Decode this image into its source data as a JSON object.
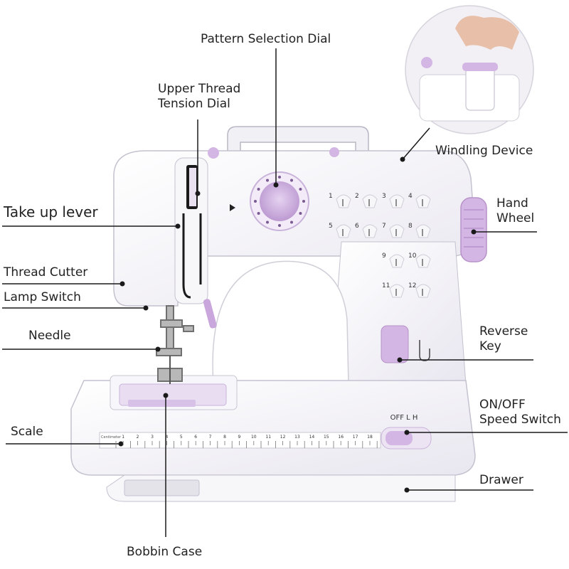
{
  "labels": {
    "pattern_selection_dial": "Pattern Selection Dial",
    "upper_thread_tension_dial": "Upper Thread\nTension Dial",
    "take_up_lever": "Take up lever",
    "thread_cutter": "Thread Cutter",
    "lamp_switch": "Lamp Switch",
    "needle": "Needle",
    "scale": "Scale",
    "bobbin_case": "Bobbin Case",
    "winding_device": "Windling Device",
    "hand_wheel": "Hand\nWheel",
    "reverse_key": "Reverse\nKey",
    "on_off_speed_switch": "ON/OFF\nSpeed Switch",
    "drawer": "Drawer"
  },
  "machine_text": {
    "switch_positions": "OFF  L  H",
    "ruler_caption": "Centimeter",
    "ruler_numbers": [
      "1",
      "2",
      "3",
      "4",
      "5",
      "6",
      "7",
      "8",
      "9",
      "10",
      "11",
      "12",
      "13",
      "14",
      "15",
      "16",
      "17",
      "18"
    ],
    "stitch_numbers": [
      "1",
      "2",
      "3",
      "4",
      "5",
      "6",
      "7",
      "8",
      "9",
      "10",
      "11",
      "12"
    ]
  },
  "colors": {
    "accent_lavender": "#c9a6dc",
    "body_white": "#f4f4f8",
    "line": "#1a1a1a"
  }
}
